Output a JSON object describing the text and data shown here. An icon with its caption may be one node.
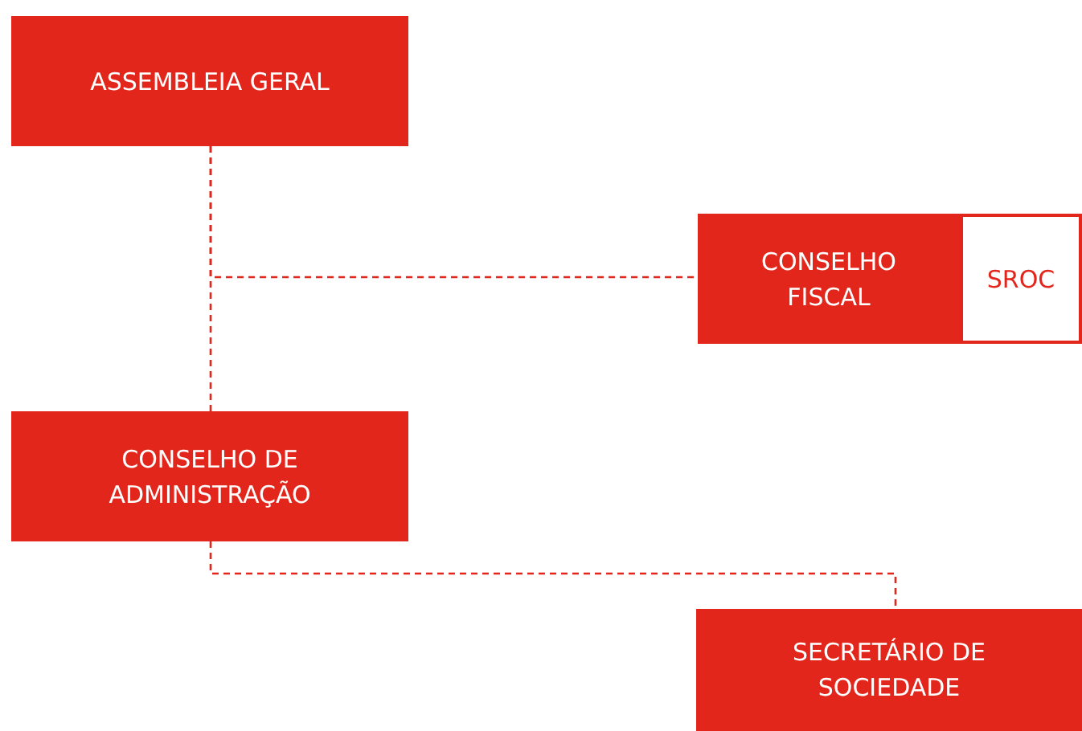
{
  "diagram": {
    "nodes": [
      {
        "text": [
          "ASSEMBLEIA GERAL"
        ]
      },
      {
        "text": [
          "CONSELHO FISCAL"
        ]
      },
      {
        "text": [
          "SROC"
        ]
      },
      {
        "text": [
          "CONSELHO DE ADMINISTRAÇÃO"
        ]
      },
      {
        "text": [
          "SECRETÁRIO DE SOCIEDADE"
        ]
      }
    ],
    "edges": [
      {
        "from": 0,
        "to": 3,
        "arrow": "none",
        "style": "dashed"
      },
      {
        "from": 0,
        "to": 1,
        "arrow": "none",
        "style": "dashed"
      },
      {
        "from": 3,
        "to": 4,
        "arrow": "none",
        "style": "dashed"
      }
    ]
  }
}
